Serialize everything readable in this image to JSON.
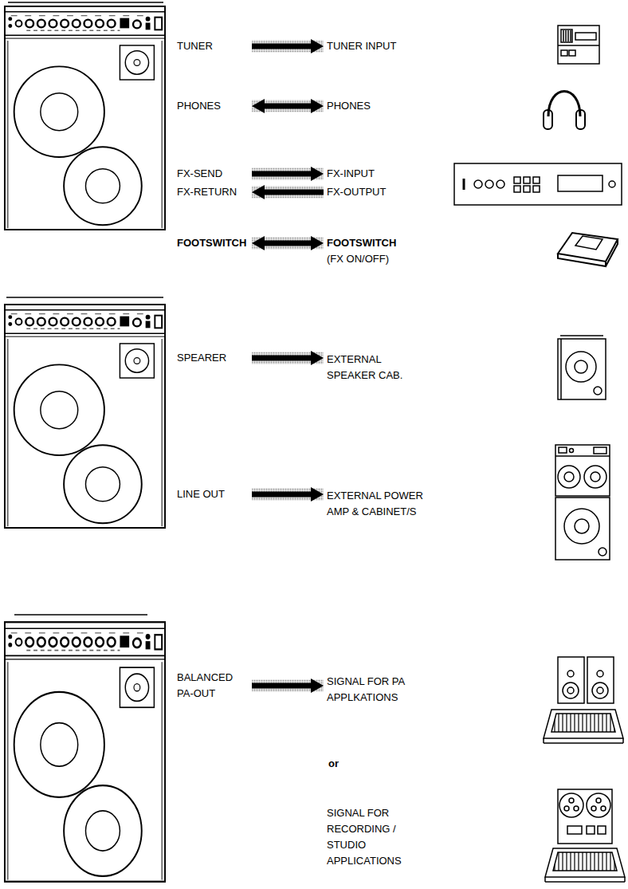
{
  "diagram": {
    "nodes": [
      {
        "text": [
          "TUNER"
        ]
      },
      {
        "text": [
          "TUNER INPUT"
        ]
      },
      {
        "text": [
          "PHONES"
        ]
      },
      {
        "text": [
          "PHONES"
        ]
      },
      {
        "text": [
          "FX-SEND"
        ]
      },
      {
        "text": [
          "FX-INPUT"
        ]
      },
      {
        "text": [
          "FX-RETURN"
        ]
      },
      {
        "text": [
          "FX-OUTPUT"
        ]
      },
      {
        "text": [
          "FOOTSWITCH"
        ]
      },
      {
        "text": [
          "FOOTSWITCH",
          "(FX ON/OFF)"
        ]
      },
      {
        "text": [
          "SPEARER"
        ]
      },
      {
        "text": [
          "EXTERNAL SPEAKER CAB."
        ]
      },
      {
        "text": [
          "LINE OUT"
        ]
      },
      {
        "text": [
          "EXTERNAL POWER AMP & CABINET/S"
        ]
      },
      {
        "text": [
          "BALANCED PA-OUT"
        ]
      },
      {
        "text": [
          "SIGNAL FOR PA APPLKATIONS"
        ]
      },
      {
        "text": [
          "SIGNAL FOR RECORDING / STUDIO APPLICATIONS"
        ]
      }
    ],
    "edges": [
      {
        "from": 0,
        "to": 1,
        "arrow": "to"
      },
      {
        "from": 2,
        "to": 3,
        "arrow": "both"
      },
      {
        "from": 4,
        "to": 5,
        "arrow": "to"
      },
      {
        "from": 7,
        "to": 6,
        "arrow": "to"
      },
      {
        "from": 8,
        "to": 9,
        "arrow": "both"
      },
      {
        "from": 10,
        "to": 11,
        "arrow": "to"
      },
      {
        "from": 12,
        "to": 13,
        "arrow": "to"
      },
      {
        "from": 14,
        "to": 15,
        "arrow": "to"
      }
    ],
    "labels": [
      "or"
    ]
  }
}
